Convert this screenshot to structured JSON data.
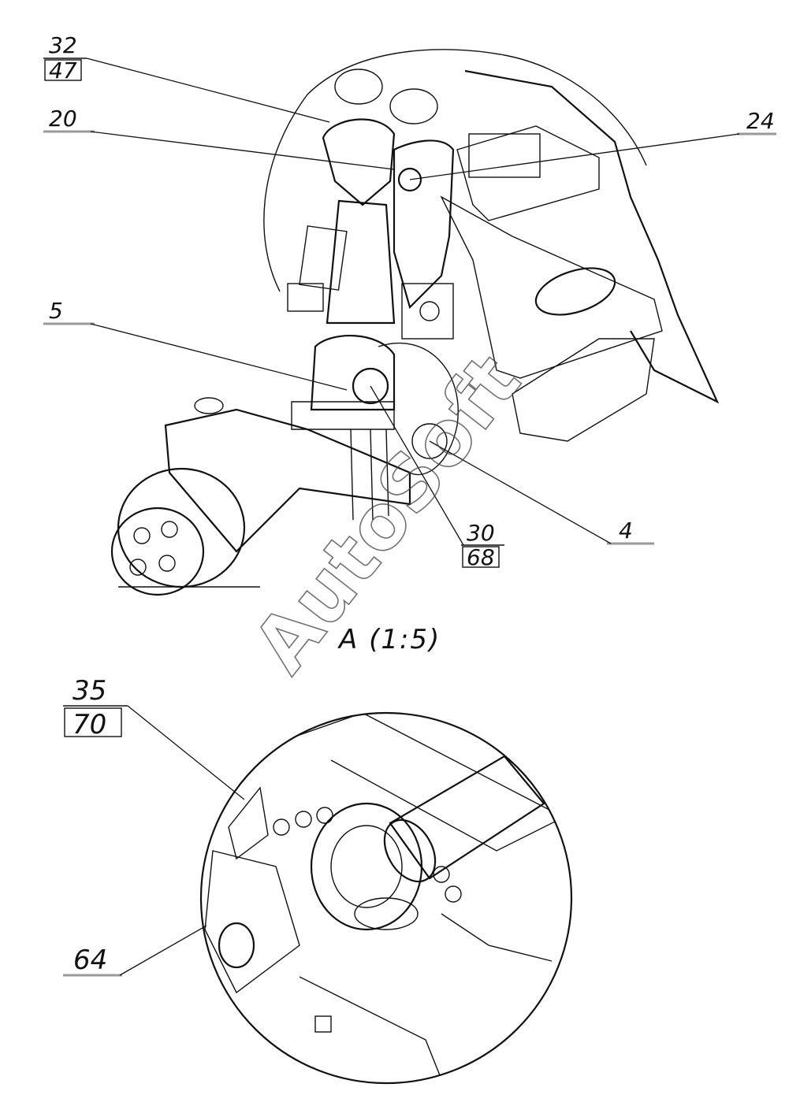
{
  "main_view": {
    "callouts": [
      {
        "id": "c32",
        "number": "32",
        "sub_number": "47"
      },
      {
        "id": "c20",
        "number": "20"
      },
      {
        "id": "c24",
        "number": "24"
      },
      {
        "id": "c5",
        "number": "5"
      },
      {
        "id": "c30",
        "number": "30",
        "sub_number": "68"
      },
      {
        "id": "c4",
        "number": "4"
      }
    ]
  },
  "detail_view": {
    "title": "А (1:5)",
    "callouts": [
      {
        "id": "c35",
        "number": "35",
        "sub_number": "70"
      },
      {
        "id": "c64",
        "number": "64"
      }
    ]
  },
  "watermark": "AutoSoft"
}
